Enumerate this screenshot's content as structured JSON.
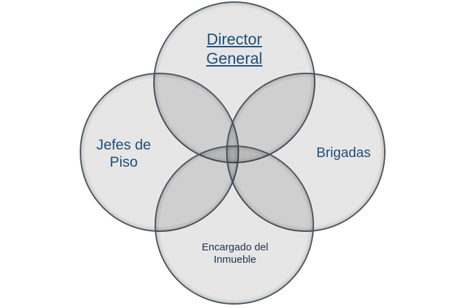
{
  "diagram": {
    "circles": [
      {
        "id": "director",
        "lines": [
          "Director",
          "General"
        ],
        "underlined": true
      },
      {
        "id": "jefes",
        "lines": [
          "Jefes de",
          "Piso"
        ],
        "underlined": false
      },
      {
        "id": "brigadas",
        "lines": [
          "Brigadas"
        ],
        "underlined": false
      },
      {
        "id": "encargado",
        "lines": [
          "Encargado del",
          "Inmueble"
        ],
        "underlined": false
      }
    ],
    "colors": {
      "fill": "#000000",
      "stroke": "#4a5663",
      "text": "#1f4e79"
    }
  }
}
